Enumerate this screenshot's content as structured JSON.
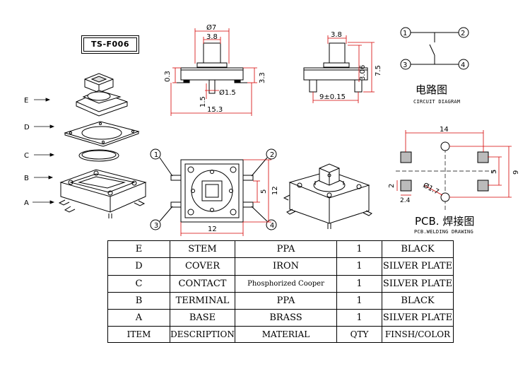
{
  "model": "TS-F006",
  "exploded_labels": [
    "E",
    "D",
    "C",
    "B",
    "A"
  ],
  "dimensions": {
    "front_top_width": "Ø7",
    "front_stem_width": "3.8",
    "front_left_height": "0.3",
    "front_right_height": "3.3",
    "front_pin_diameter": "Ø1.5",
    "front_pin_length": "1.5",
    "front_total_width": "15.3",
    "side_stem_width": "3.8",
    "side_height_inner": "3.06",
    "side_height_total": "7.5",
    "side_pin_span": "9±0.15",
    "top_width": "12",
    "top_inner_height": "5",
    "top_height": "12"
  },
  "pin_numbers": [
    "1",
    "2",
    "3",
    "4"
  ],
  "circuit": {
    "title": "电路图",
    "subtitle": "CIRCUIT DIAGRAM",
    "pins": [
      "1",
      "2",
      "3",
      "4"
    ]
  },
  "pcb": {
    "title": "PCB. 焊接图",
    "subtitle": "PCB.WELDING DRAWING",
    "width": "14",
    "inner": "5",
    "height": "9",
    "pad": "2",
    "pad_small": "2.4",
    "hole": "Ø1.7"
  },
  "bom": {
    "rows": [
      {
        "item": "E",
        "description": "STEM",
        "material": "PPA",
        "qty": "1",
        "finish": "BLACK"
      },
      {
        "item": "D",
        "description": "COVER",
        "material": "IRON",
        "qty": "1",
        "finish": "SILVER PLATE"
      },
      {
        "item": "C",
        "description": "CONTACT",
        "material": "Phosphorized Cooper",
        "qty": "1",
        "finish": "SILVER PLATE"
      },
      {
        "item": "B",
        "description": "TERMINAL",
        "material": "PPA",
        "qty": "1",
        "finish": "BLACK"
      },
      {
        "item": "A",
        "description": "BASE",
        "material": "BRASS",
        "qty": "1",
        "finish": "SILVER PLATE"
      }
    ],
    "header": {
      "item": "ITEM",
      "description": "DESCRIPTION",
      "material": "MATERIAL",
      "qty": "QTY",
      "finish": "FINSH/COLOR"
    }
  },
  "colors": {
    "dimension": "#d40000",
    "line": "#000000"
  }
}
